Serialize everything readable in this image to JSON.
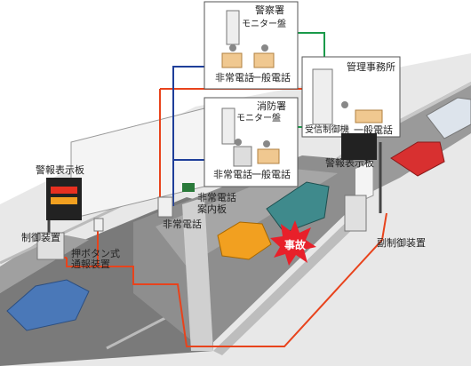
{
  "labels": {
    "police": "警察署",
    "police_monitor": "モニター盤",
    "police_emergency_phone": "非常電話",
    "police_general_phone": "一般電話",
    "fire": "消防署",
    "fire_monitor": "モニター盤",
    "fire_emergency_phone": "非常電話",
    "fire_general_phone": "一般電話",
    "management_office": "管理事務所",
    "receiver_control": "受信制御機",
    "office_general_phone": "一般電話",
    "warning_board_left": "警報表示板",
    "warning_board_right": "警報表示板",
    "control_device": "制御装置",
    "push_button": "押ボタン式",
    "push_button_2": "通報装置",
    "emergency_phone": "非常電話",
    "emergency_phone_guide_1": "非常電話",
    "emergency_phone_guide_2": "案内板",
    "sub_control_device": "副制御装置",
    "accident": "事故"
  },
  "colors": {
    "red_line": "#e8431c",
    "blue_line": "#1f3f9a",
    "green_line": "#1a9a4a",
    "road": "#8c8c8c",
    "road_dark": "#6e6e6e",
    "ground": "#dcdcdc",
    "car_blue": "#4a78b8",
    "car_orange": "#f2a020",
    "car_red": "#d83030",
    "truck_teal": "#3f8a8c",
    "accident_burst": "#e8202a"
  }
}
